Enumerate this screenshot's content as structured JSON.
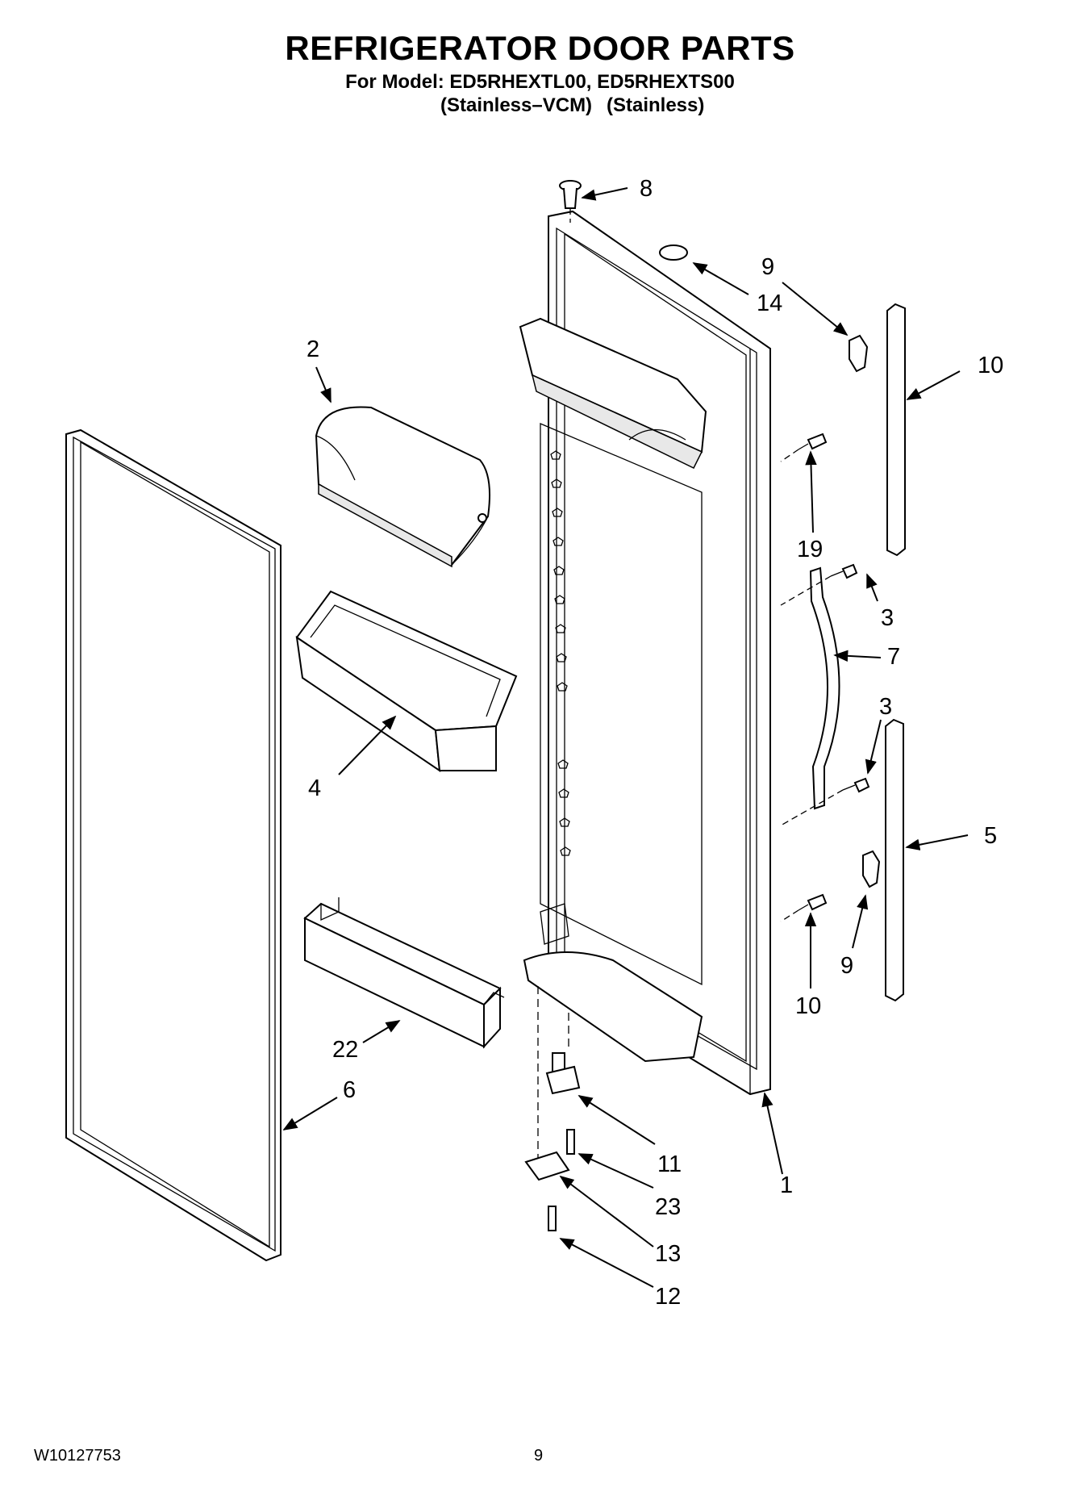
{
  "header": {
    "title": "REFRIGERATOR DOOR PARTS",
    "model_line": "For Model: ED5RHEXTL00, ED5RHEXTS00",
    "variant_1": "(Stainless–VCM)",
    "variant_2": "(Stainless)"
  },
  "callouts": {
    "p1": "1",
    "p2": "2",
    "p3a": "3",
    "p3b": "3",
    "p4": "4",
    "p5": "5",
    "p6": "6",
    "p7": "7",
    "p8": "8",
    "p9a": "9",
    "p9b": "9",
    "p10a": "10",
    "p10b": "10",
    "p11": "11",
    "p12": "12",
    "p13": "13",
    "p14": "14",
    "p19": "19",
    "p22": "22",
    "p23": "23"
  },
  "footer": {
    "document_number": "W10127753",
    "page_number": "9"
  }
}
